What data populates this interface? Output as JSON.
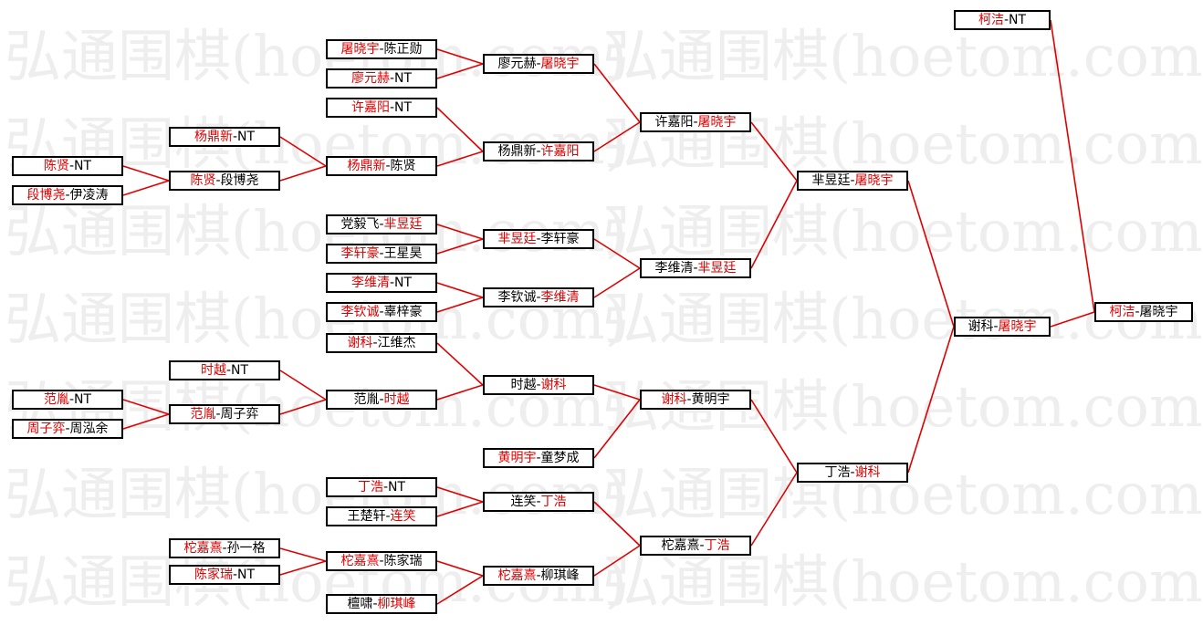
{
  "watermark": "弘通围棋(hoetom.com)",
  "colors": {
    "winner": "#e00000",
    "connector": "#e00000",
    "border": "#000000",
    "watermark": "#eeeeee"
  },
  "boxes": [
    {
      "id": "r1_1",
      "p1": "陈贤",
      "p2": "NT",
      "winner": 1
    },
    {
      "id": "r1_2",
      "p1": "段博尧",
      "p2": "伊凌涛",
      "winner": 1
    },
    {
      "id": "r1_3",
      "p1": "范胤",
      "p2": "NT",
      "winner": 1
    },
    {
      "id": "r1_4",
      "p1": "周子弈",
      "p2": "周泓余",
      "winner": 1
    },
    {
      "id": "r2_1",
      "p1": "杨鼎新",
      "p2": "NT",
      "winner": 1
    },
    {
      "id": "r2_2",
      "p1": "陈贤",
      "p2": "段博尧",
      "winner": 1
    },
    {
      "id": "r2_3",
      "p1": "时越",
      "p2": "NT",
      "winner": 1
    },
    {
      "id": "r2_4",
      "p1": "范胤",
      "p2": "周子弈",
      "winner": 1
    },
    {
      "id": "r2_5",
      "p1": "柁嘉熹",
      "p2": "孙一格",
      "winner": 1
    },
    {
      "id": "r2_6",
      "p1": "陈家瑞",
      "p2": "NT",
      "winner": 1
    },
    {
      "id": "r3_1",
      "p1": "屠晓宇",
      "p2": "陈正勋",
      "winner": 1
    },
    {
      "id": "r3_2",
      "p1": "廖元赫",
      "p2": "NT",
      "winner": 1
    },
    {
      "id": "r3_3",
      "p1": "许嘉阳",
      "p2": "NT",
      "winner": 1
    },
    {
      "id": "r3_4",
      "p1": "杨鼎新",
      "p2": "陈贤",
      "winner": 1
    },
    {
      "id": "r3_5",
      "p1": "党毅飞",
      "p2": "芈昱廷",
      "winner": 2
    },
    {
      "id": "r3_6",
      "p1": "李轩豪",
      "p2": "王星昊",
      "winner": 1
    },
    {
      "id": "r3_7",
      "p1": "李维清",
      "p2": "NT",
      "winner": 1
    },
    {
      "id": "r3_8",
      "p1": "李钦诚",
      "p2": "辜梓豪",
      "winner": 1
    },
    {
      "id": "r3_9",
      "p1": "谢科",
      "p2": "江维杰",
      "winner": 1
    },
    {
      "id": "r3_10",
      "p1": "范胤",
      "p2": "时越",
      "winner": 2
    },
    {
      "id": "r3_11",
      "p1": "丁浩",
      "p2": "NT",
      "winner": 1
    },
    {
      "id": "r3_12",
      "p1": "王楚轩",
      "p2": "连笑",
      "winner": 2
    },
    {
      "id": "r3_13",
      "p1": "柁嘉熹",
      "p2": "陈家瑞",
      "winner": 1
    },
    {
      "id": "r3_14",
      "p1": "檀啸",
      "p2": "柳琪峰",
      "winner": 2
    },
    {
      "id": "r4_1",
      "p1": "廖元赫",
      "p2": "屠晓宇",
      "winner": 2
    },
    {
      "id": "r4_2",
      "p1": "杨鼎新",
      "p2": "许嘉阳",
      "winner": 2
    },
    {
      "id": "r4_3",
      "p1": "芈昱廷",
      "p2": "李轩豪",
      "winner": 1
    },
    {
      "id": "r4_4",
      "p1": "李钦诚",
      "p2": "李维清",
      "winner": 2
    },
    {
      "id": "r4_5",
      "p1": "时越",
      "p2": "谢科",
      "winner": 2
    },
    {
      "id": "r4_6",
      "p1": "黄明宇",
      "p2": "童梦成",
      "winner": 1
    },
    {
      "id": "r4_7",
      "p1": "连笑",
      "p2": "丁浩",
      "winner": 2
    },
    {
      "id": "r4_8",
      "p1": "柁嘉熹",
      "p2": "柳琪峰",
      "winner": 1
    },
    {
      "id": "r5_1",
      "p1": "许嘉阳",
      "p2": "屠晓宇",
      "winner": 2
    },
    {
      "id": "r5_2",
      "p1": "李维清",
      "p2": "芈昱廷",
      "winner": 2
    },
    {
      "id": "r5_3",
      "p1": "谢科",
      "p2": "黄明宇",
      "winner": 1
    },
    {
      "id": "r5_4",
      "p1": "柁嘉熹",
      "p2": "丁浩",
      "winner": 2
    },
    {
      "id": "r6_1",
      "p1": "芈昱廷",
      "p2": "屠晓宇",
      "winner": 2
    },
    {
      "id": "r6_2",
      "p1": "丁浩",
      "p2": "谢科",
      "winner": 2
    },
    {
      "id": "r7_1",
      "p1": "谢科",
      "p2": "屠晓宇",
      "winner": 2
    },
    {
      "id": "r7_2",
      "p1": "柯洁",
      "p2": "NT",
      "winner": 1
    },
    {
      "id": "final",
      "p1": "柯洁",
      "p2": "屠晓宇",
      "winner": 1
    }
  ]
}
